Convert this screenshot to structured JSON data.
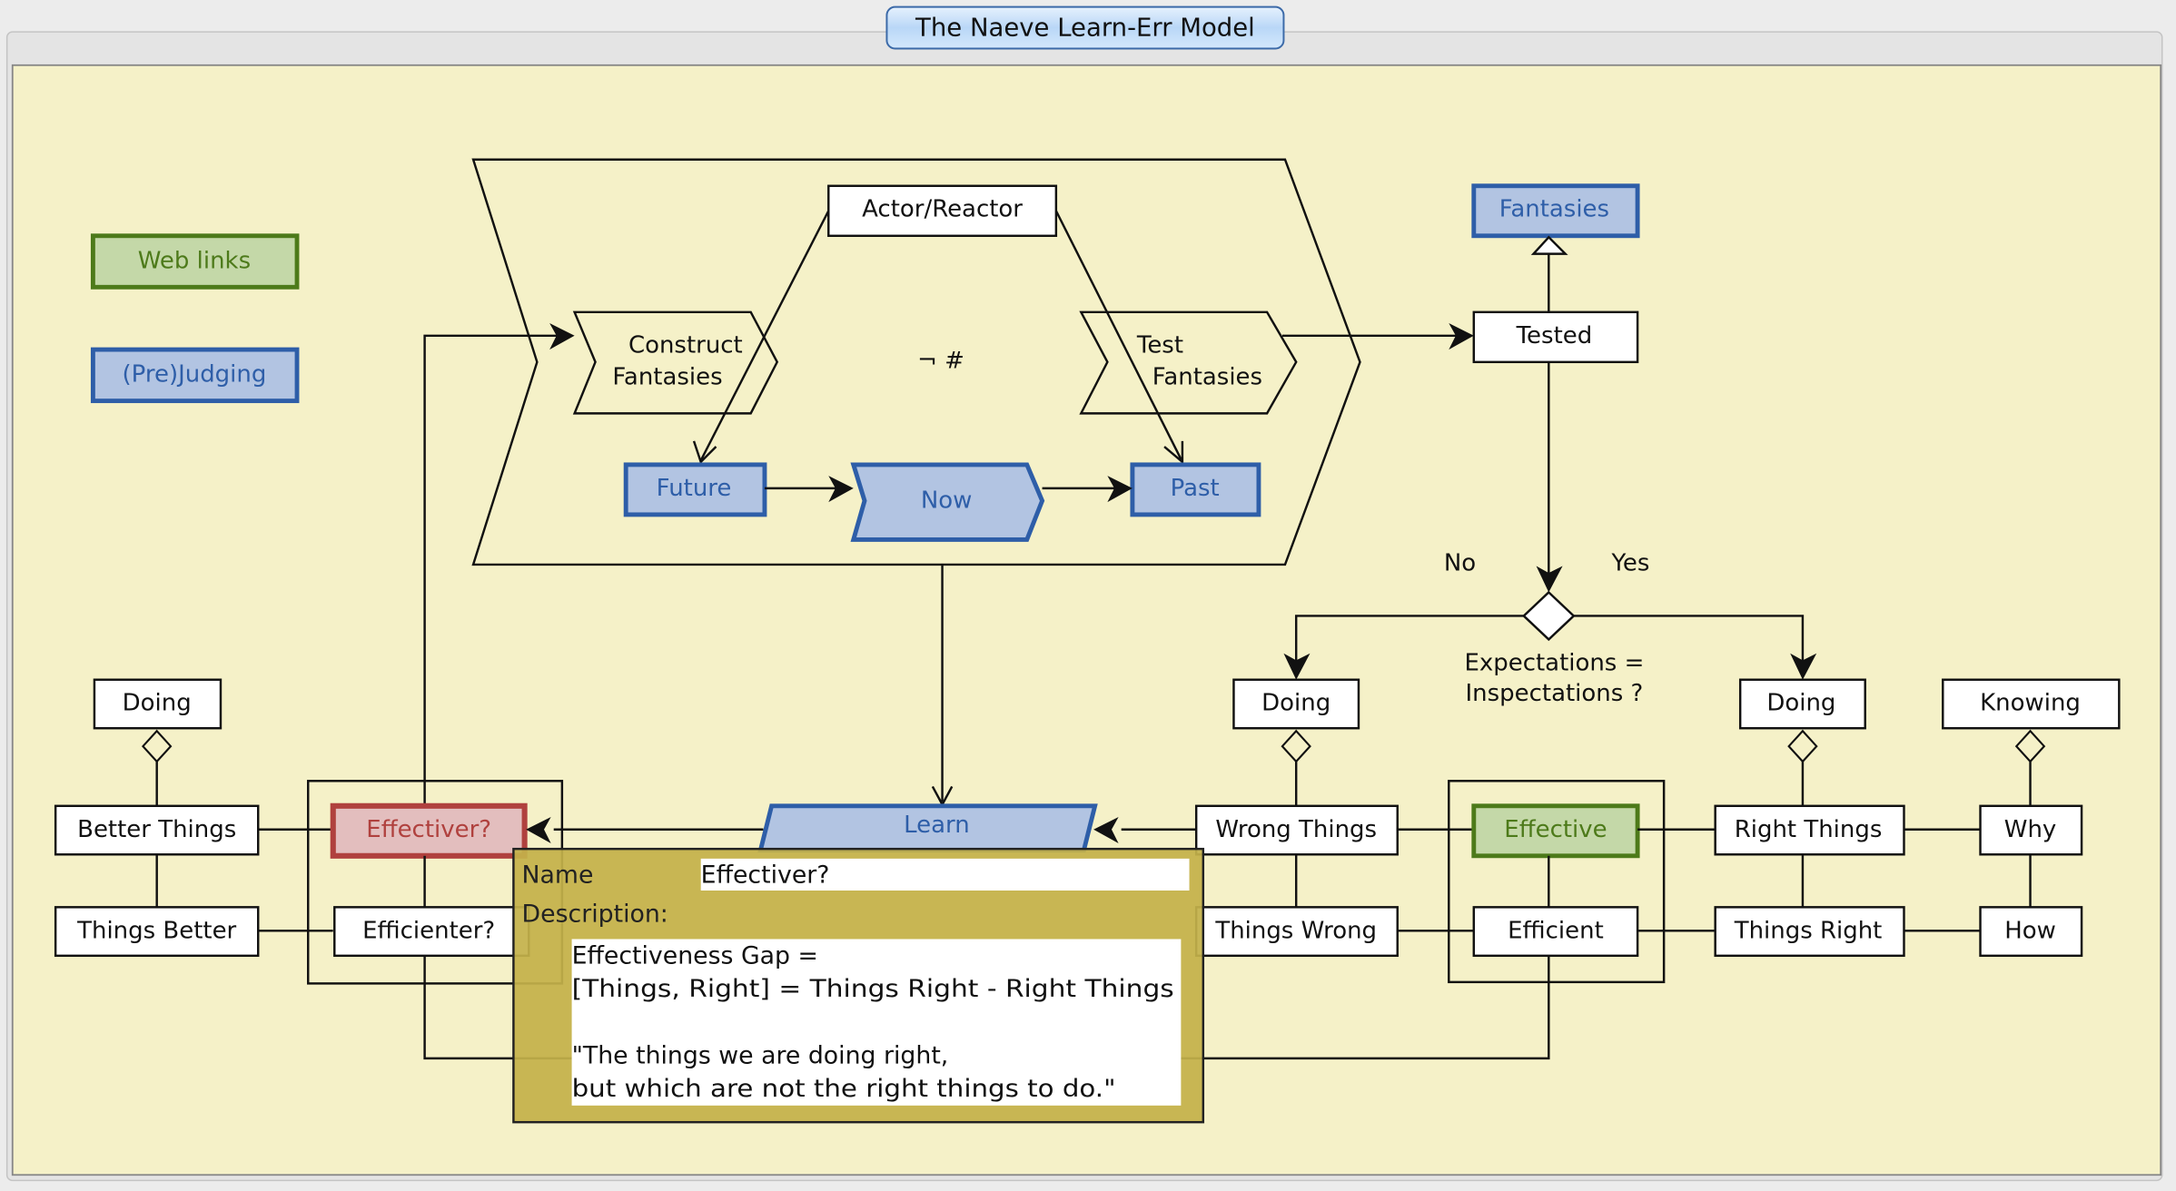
{
  "window": {
    "title": "The Naeve Learn-Err Model"
  },
  "colors": {
    "canvas_background": "#f5f1c8",
    "blue_fill": "#b2c4e2",
    "blue_stroke": "#2e5ea8",
    "green_fill": "#c4d8a8",
    "green_stroke": "#4d7a1a",
    "red_fill": "#e3bebe",
    "red_stroke": "#b0413e",
    "tooltip_fill": "#c4b24a"
  },
  "legend": {
    "web_links": "Web links",
    "prejudging": "(Pre)Judging"
  },
  "cycle": {
    "actor_reactor": "Actor/Reactor",
    "construct_fantasies_line1": "Construct",
    "construct_fantasies_line2": "Fantasies",
    "test_fantasies_line1": "Test",
    "test_fantasies_line2": "Fantasies",
    "center_symbol": "¬ #",
    "future": "Future",
    "now": "Now",
    "past": "Past"
  },
  "evaluation": {
    "fantasies": "Fantasies",
    "tested": "Tested",
    "no_label": "No",
    "yes_label": "Yes",
    "decision_line1": "Expectations =",
    "decision_line2": "Inspectations ?"
  },
  "learn": {
    "label": "Learn"
  },
  "left_group": {
    "doing": "Doing",
    "better_things": "Better Things",
    "things_better": "Things Better",
    "effectiver": "Effectiver?",
    "efficienter": "Efficienter?"
  },
  "middle_group": {
    "doing": "Doing",
    "wrong_things": "Wrong Things",
    "things_wrong": "Things Wrong",
    "effective": "Effective",
    "efficient": "Efficient"
  },
  "right_group": {
    "doing": "Doing",
    "right_things": "Right Things",
    "things_right": "Things Right",
    "knowing": "Knowing",
    "why": "Why",
    "how": "How"
  },
  "tooltip": {
    "name_label": "Name",
    "name_value": "Effectiver?",
    "description_label": "Description:",
    "description_lines": [
      "Effectiveness Gap =",
      "[Things, Right] = Things Right - Right Things",
      "",
      "\"The things we are doing right,",
      "but which are not the right things to do.\""
    ]
  }
}
